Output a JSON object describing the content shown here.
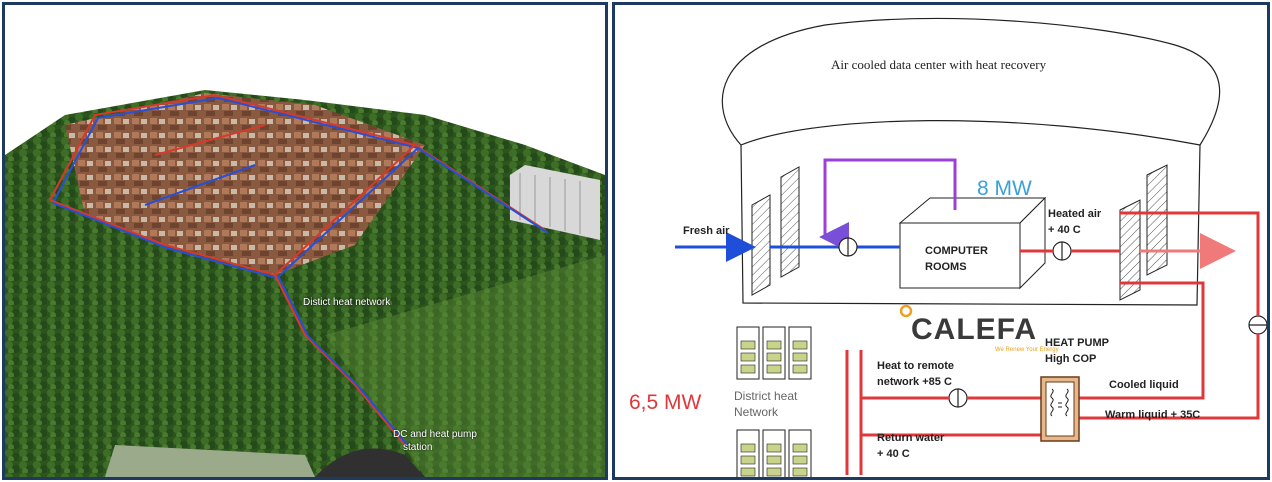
{
  "left_panel": {
    "labels": {
      "district_heat_network": "Distict heat network",
      "dc_station_line1": "DC and heat pump",
      "dc_station_line2": "station"
    },
    "colors": {
      "forest": "#2f5a1e",
      "red_pipe": "#d63a2a",
      "blue_pipe": "#2a4fd6"
    }
  },
  "right_panel": {
    "title": "Air cooled data center with heat recovery",
    "labels": {
      "fresh_air": "Fresh air",
      "power_8mw": "8 MW",
      "computer_rooms_line1": "COMPUTER",
      "computer_rooms_line2": "ROOMS",
      "heated_air_line1": "Heated air",
      "heated_air_line2": "+ 40 C",
      "brand": "CALEFA",
      "brand_tagline": "We Renew Your Energy",
      "heat_pump_line1": "HEAT PUMP",
      "heat_pump_line2": "High COP",
      "heat_to_remote_line1": "Heat to remote",
      "heat_to_remote_line2": "network +85 C",
      "power_65mw": "6,5 MW",
      "district_heat_line1": "District heat",
      "district_heat_line2": "Network",
      "cooled_liquid": "Cooled liquid",
      "warm_liquid": "Warm liquid + 35C",
      "return_water_line1": "Return water",
      "return_water_line2": "+ 40 C"
    },
    "colors": {
      "blue_flow": "#1f4fd8",
      "red_flow": "#e0383a",
      "purple_flow": "#9b3fd8",
      "mw8": "#3aa0dc",
      "mw65": "#e0383a",
      "brand_orange": "#f0a020"
    }
  }
}
